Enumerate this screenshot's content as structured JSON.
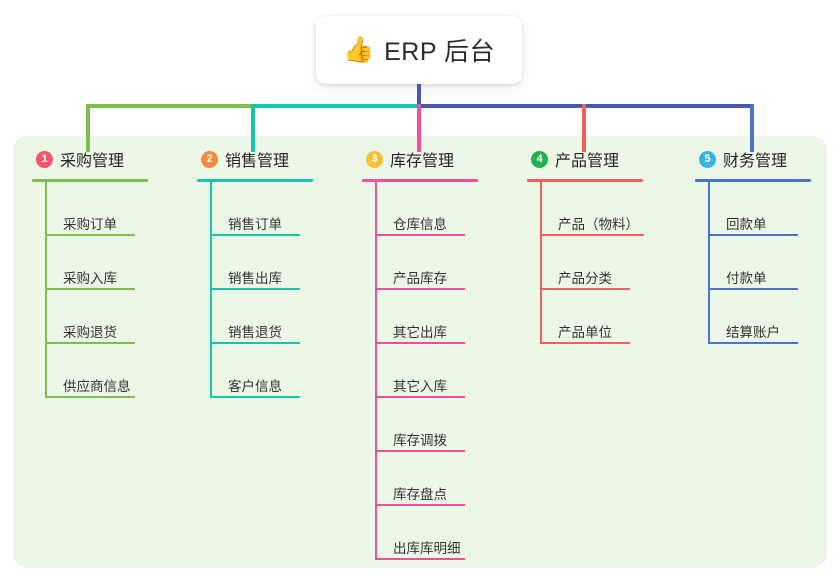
{
  "root": {
    "icon": "thumbs-up-icon",
    "emoji": "👍",
    "title": "ERP 后台"
  },
  "palette": {
    "panel_bg": "#edf7e7",
    "trunk": "#4a55b8",
    "segment_1": "#7cbf4a",
    "segment_2": "#15c5ac",
    "segment_3": "#4a55b8"
  },
  "columns": [
    {
      "index": "1",
      "title": "采购管理",
      "color": "#7cbf4a",
      "badge_color": "#f5546b",
      "items": [
        {
          "label": "采购订单"
        },
        {
          "label": "采购入库"
        },
        {
          "label": "采购退货"
        },
        {
          "label": "供应商信息"
        }
      ]
    },
    {
      "index": "2",
      "title": "销售管理",
      "color": "#15c5ac",
      "badge_color": "#f58a3c",
      "items": [
        {
          "label": "销售订单"
        },
        {
          "label": "销售出库"
        },
        {
          "label": "销售退货"
        },
        {
          "label": "客户信息"
        }
      ]
    },
    {
      "index": "3",
      "title": "库存管理",
      "color": "#ed4f9a",
      "badge_color": "#f9c234",
      "items": [
        {
          "label": "仓库信息"
        },
        {
          "label": "产品库存"
        },
        {
          "label": "其它出库"
        },
        {
          "label": "其它入库"
        },
        {
          "label": "库存调拨"
        },
        {
          "label": "库存盘点"
        },
        {
          "label": "出库库明细"
        }
      ]
    },
    {
      "index": "4",
      "title": "产品管理",
      "color": "#f4605e",
      "badge_color": "#22b24c",
      "items": [
        {
          "label": "产品（物料）"
        },
        {
          "label": "产品分类"
        },
        {
          "label": "产品单位"
        }
      ]
    },
    {
      "index": "5",
      "title": "财务管理",
      "color": "#4a73c9",
      "badge_color": "#3bb4e5",
      "items": [
        {
          "label": "回款单"
        },
        {
          "label": "付款单"
        },
        {
          "label": "结算账户"
        }
      ]
    }
  ]
}
